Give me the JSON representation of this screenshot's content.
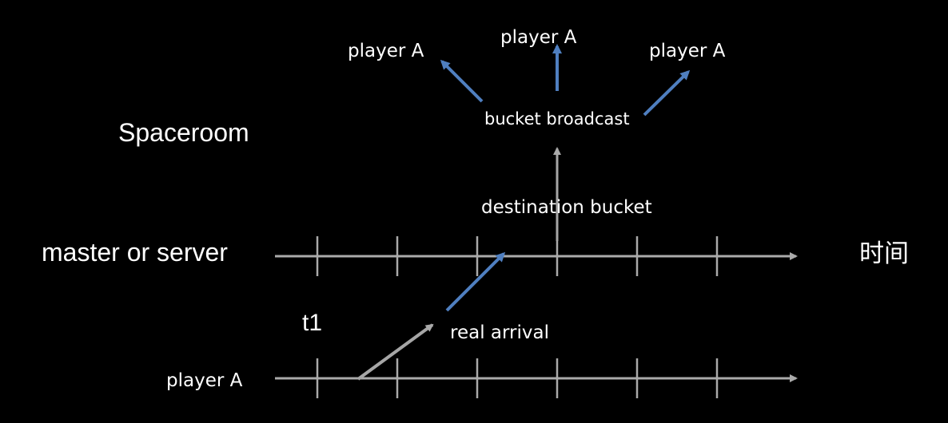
{
  "labels": {
    "spaceroom": "Spaceroom",
    "master_or_server": "master or server",
    "time": "时间",
    "player_a_timeline": "player A",
    "t1": "t1",
    "real_arrival": "real arrival",
    "destination_bucket": "destination bucket",
    "bucket_broadcast": "bucket broadcast",
    "player_a_left": "player A",
    "player_a_center": "player A",
    "player_a_right": "player A"
  },
  "colors": {
    "background": "#000000",
    "text": "#ffffff",
    "timeline": "#aaaaaa",
    "gray_arrow": "#a6a6a6",
    "blue_arrow": "#4f7fc0"
  }
}
